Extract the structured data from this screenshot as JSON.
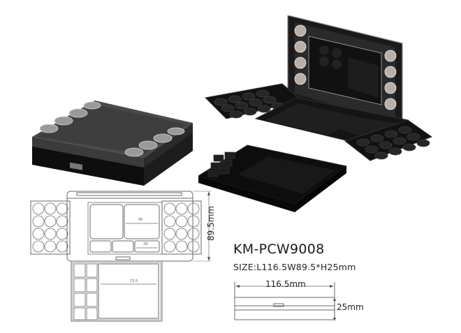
{
  "product": {
    "model": "KM-PCW9008",
    "size_text": "SIZE:L116.5W89.5*H25mm"
  },
  "dimensions": {
    "length_label": "116.5mm",
    "width_label": "89.5mm",
    "height_label": "25mm",
    "inner_width_label": "45",
    "small_compartment_label": "29",
    "drawer_label": "73.5"
  },
  "drawing": {
    "left_palette": {
      "rows": 4,
      "cols": 3
    },
    "right_palette": {
      "rows": 4,
      "cols": 3
    },
    "drawer_grid": {
      "rows": 4,
      "cols": 2
    }
  },
  "colors": {
    "case_black": "#141414",
    "lid_gray": "#4a4a4a",
    "line": "#6a6a6a",
    "text": "#1a1a1a"
  }
}
